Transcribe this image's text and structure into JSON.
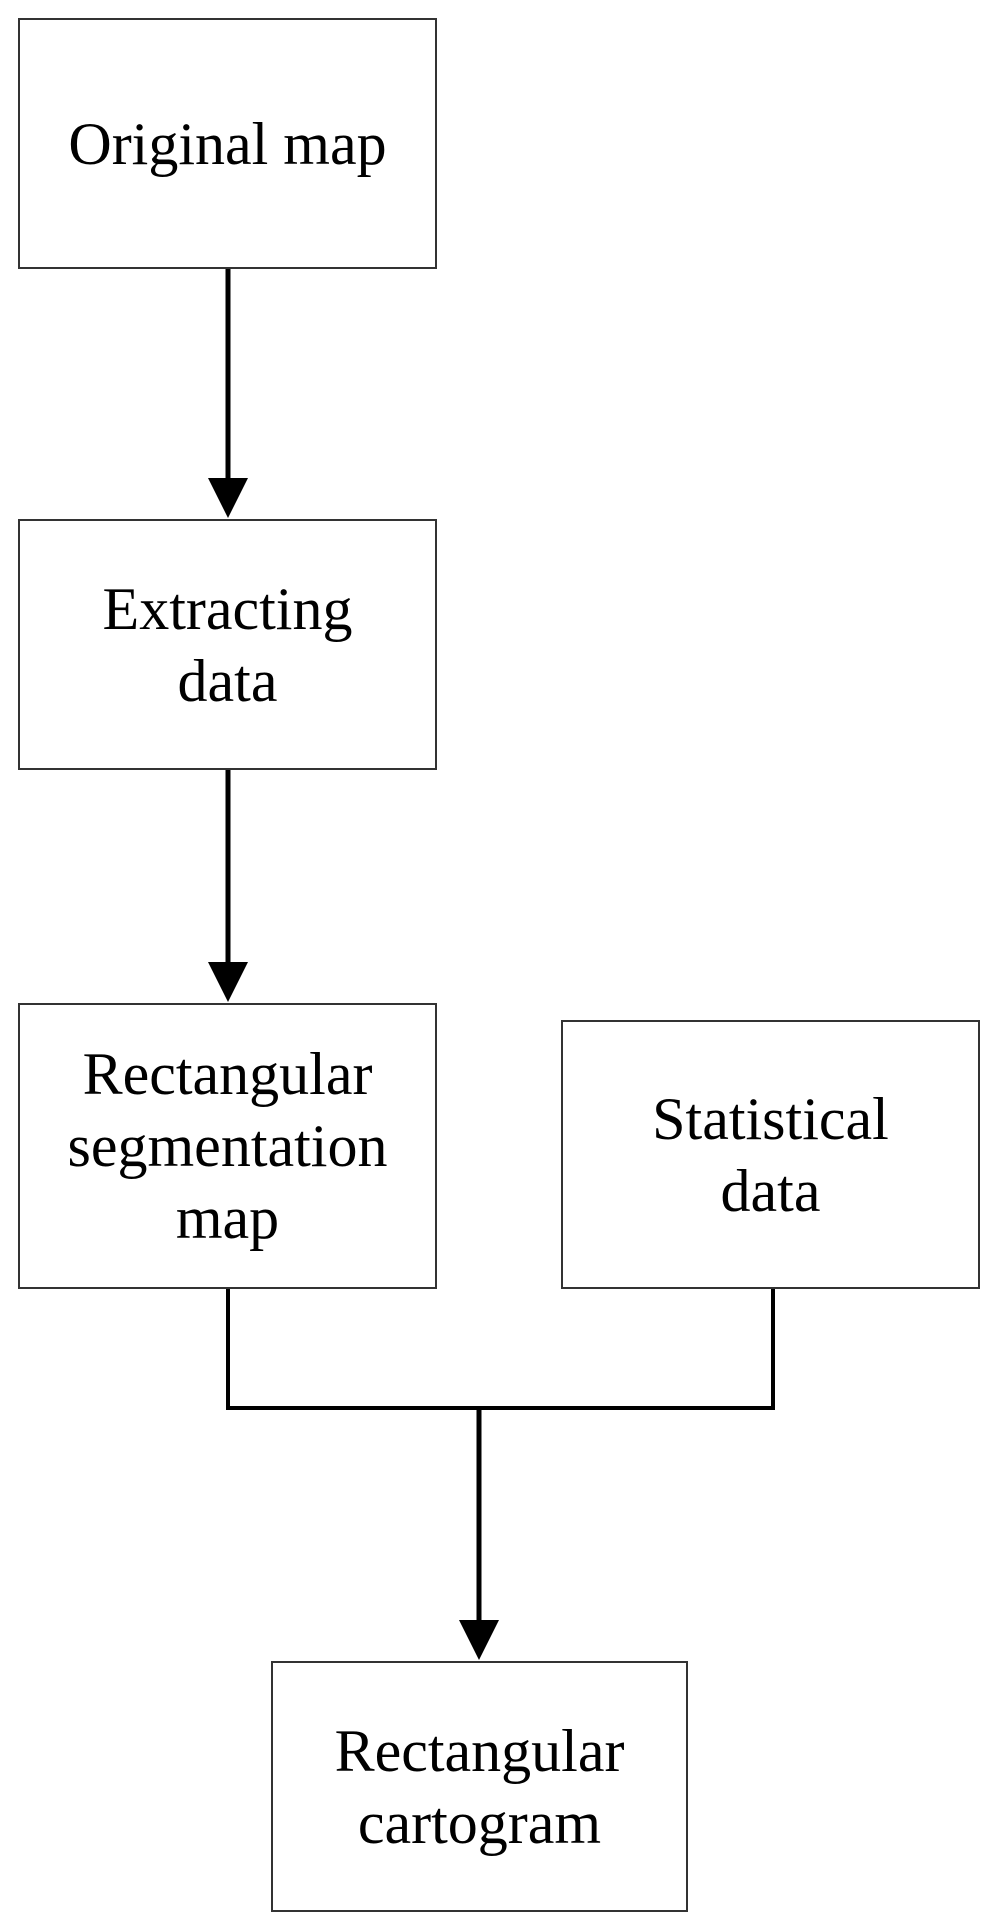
{
  "nodes": {
    "original_map": {
      "lines": [
        "Original map"
      ]
    },
    "extracting_data": {
      "lines": [
        "Extracting",
        "data"
      ]
    },
    "rect_segmentation_map": {
      "lines": [
        "Rectangular",
        "segmentation",
        "map"
      ]
    },
    "statistical_data": {
      "lines": [
        "Statistical",
        "data"
      ]
    },
    "rect_cartogram": {
      "lines": [
        "Rectangular",
        "cartogram"
      ]
    }
  },
  "edges": [
    {
      "from": "original_map",
      "to": "extracting_data",
      "arrow": true
    },
    {
      "from": "extracting_data",
      "to": "rect_segmentation_map",
      "arrow": true
    },
    {
      "from": "rect_segmentation_map",
      "to": "rect_cartogram",
      "arrow": true,
      "joined_with": "statistical_data"
    },
    {
      "from": "statistical_data",
      "to": "rect_cartogram",
      "arrow": true,
      "joined_with": "rect_segmentation_map"
    }
  ],
  "colors": {
    "stroke": "#000000",
    "box_border": "#333333",
    "background": "#ffffff"
  }
}
